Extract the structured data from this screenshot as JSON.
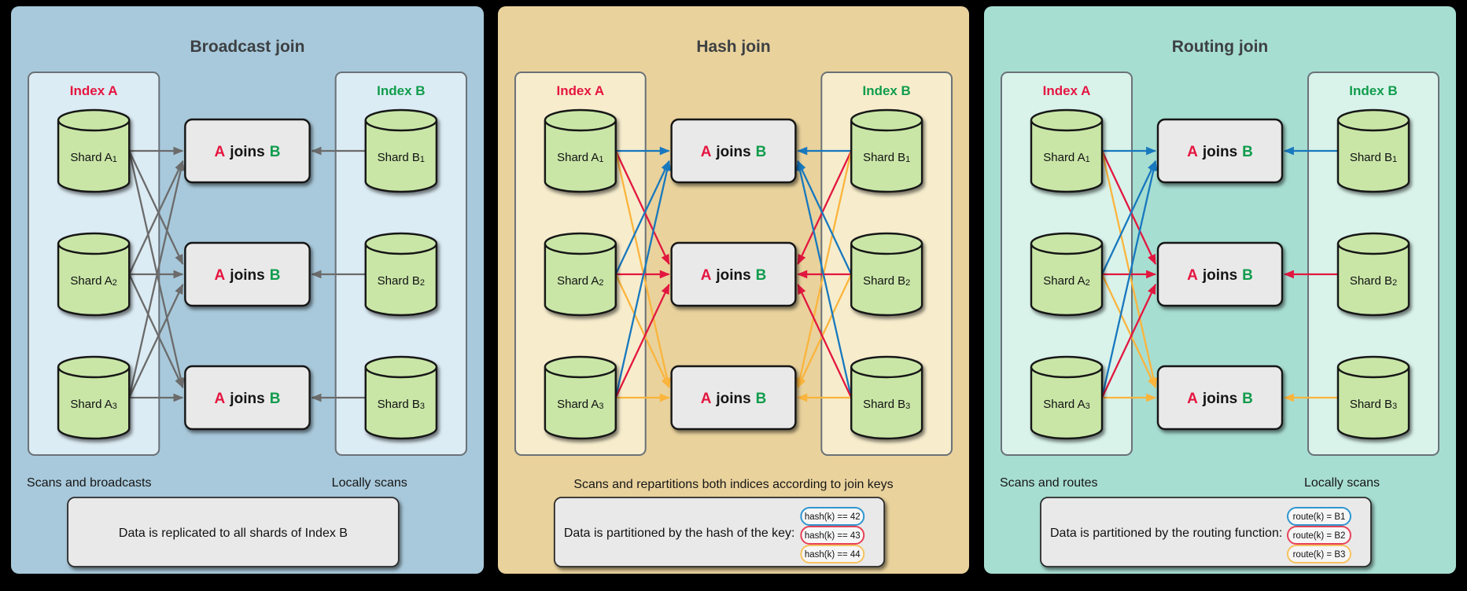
{
  "colors": {
    "title": "#3d4043",
    "index_a": "#e51540",
    "index_b": "#109c4c",
    "cylinder": "#c9e6a7",
    "box": "#e9e9e9",
    "gray": "#6b6b6b",
    "blue": "#1778be",
    "red": "#e2173f",
    "orange": "#fbb43c",
    "pill_blue": "#2e96d0",
    "pill_red": "#e64257",
    "pill_orange": "#f7c25e",
    "pill_fill": "#f6f6f6"
  },
  "panels": [
    {
      "id": "broadcast-join",
      "title": "Broadcast join",
      "bg": "#a8c9db",
      "index_fill": "#dcecf4",
      "index_a": {
        "title": "Index A"
      },
      "index_b": {
        "title": "Index B"
      },
      "shards_a": [
        {
          "name": "Shard A",
          "sub": "1"
        },
        {
          "name": "Shard A",
          "sub": "2"
        },
        {
          "name": "Shard A",
          "sub": "3"
        }
      ],
      "shards_b": [
        {
          "name": "Shard B",
          "sub": "1"
        },
        {
          "name": "Shard B",
          "sub": "2"
        },
        {
          "name": "Shard B",
          "sub": "3"
        }
      ],
      "join_label": {
        "a": "A",
        "mid": "joins",
        "b": "B"
      },
      "captions": {
        "left": "Scans and broadcasts",
        "right": "Locally scans"
      },
      "note": {
        "text": "Data is replicated to all shards of Index B",
        "align": "center",
        "pills": []
      },
      "arrows": {
        "a": [
          [
            1,
            1,
            "gray"
          ],
          [
            1,
            2,
            "gray"
          ],
          [
            1,
            3,
            "gray"
          ],
          [
            2,
            1,
            "gray"
          ],
          [
            2,
            2,
            "gray"
          ],
          [
            2,
            3,
            "gray"
          ],
          [
            3,
            1,
            "gray"
          ],
          [
            3,
            2,
            "gray"
          ],
          [
            3,
            3,
            "gray"
          ]
        ],
        "b": [
          [
            1,
            1,
            "gray"
          ],
          [
            2,
            2,
            "gray"
          ],
          [
            3,
            3,
            "gray"
          ]
        ]
      }
    },
    {
      "id": "hash-join",
      "title": "Hash join",
      "bg": "#e9d29c",
      "index_fill": "#f7edcd",
      "index_a": {
        "title": "Index A"
      },
      "index_b": {
        "title": "Index B"
      },
      "shards_a": [
        {
          "name": "Shard A",
          "sub": "1"
        },
        {
          "name": "Shard A",
          "sub": "2"
        },
        {
          "name": "Shard A",
          "sub": "3"
        }
      ],
      "shards_b": [
        {
          "name": "Shard B",
          "sub": "1"
        },
        {
          "name": "Shard B",
          "sub": "2"
        },
        {
          "name": "Shard B",
          "sub": "3"
        }
      ],
      "join_label": {
        "a": "A",
        "mid": "joins",
        "b": "B"
      },
      "captions": {
        "center": "Scans and repartitions both indices according to join keys"
      },
      "note": {
        "text": "Data is partitioned by the hash of the key:",
        "align": "left",
        "pills": [
          {
            "label": "hash(k) == 42",
            "color": "blue"
          },
          {
            "label": "hash(k) == 43",
            "color": "red"
          },
          {
            "label": "hash(k) == 44",
            "color": "orange"
          }
        ]
      },
      "arrows": {
        "a": [
          [
            1,
            1,
            "blue"
          ],
          [
            1,
            2,
            "red"
          ],
          [
            1,
            3,
            "orange"
          ],
          [
            2,
            1,
            "blue"
          ],
          [
            2,
            2,
            "red"
          ],
          [
            2,
            3,
            "orange"
          ],
          [
            3,
            1,
            "blue"
          ],
          [
            3,
            2,
            "red"
          ],
          [
            3,
            3,
            "orange"
          ]
        ],
        "b": [
          [
            1,
            1,
            "blue"
          ],
          [
            1,
            2,
            "red"
          ],
          [
            1,
            3,
            "orange"
          ],
          [
            2,
            1,
            "blue"
          ],
          [
            2,
            2,
            "red"
          ],
          [
            2,
            3,
            "orange"
          ],
          [
            3,
            1,
            "blue"
          ],
          [
            3,
            2,
            "red"
          ],
          [
            3,
            3,
            "orange"
          ]
        ]
      }
    },
    {
      "id": "routing-join",
      "title": "Routing join",
      "bg": "#a7ded2",
      "index_fill": "#d9f3eb",
      "index_a": {
        "title": "Index A"
      },
      "index_b": {
        "title": "Index B"
      },
      "shards_a": [
        {
          "name": "Shard A",
          "sub": "1"
        },
        {
          "name": "Shard A",
          "sub": "2"
        },
        {
          "name": "Shard A",
          "sub": "3"
        }
      ],
      "shards_b": [
        {
          "name": "Shard B",
          "sub": "1"
        },
        {
          "name": "Shard B",
          "sub": "2"
        },
        {
          "name": "Shard B",
          "sub": "3"
        }
      ],
      "join_label": {
        "a": "A",
        "mid": "joins",
        "b": "B"
      },
      "captions": {
        "left": "Scans and routes",
        "right": "Locally scans"
      },
      "note": {
        "text": "Data is partitioned by the routing function:",
        "align": "left",
        "pills": [
          {
            "label": "route(k) = B1",
            "color": "blue"
          },
          {
            "label": "route(k) = B2",
            "color": "red"
          },
          {
            "label": "route(k) = B3",
            "color": "orange"
          }
        ]
      },
      "arrows": {
        "a": [
          [
            1,
            1,
            "blue"
          ],
          [
            1,
            2,
            "red"
          ],
          [
            1,
            3,
            "orange"
          ],
          [
            2,
            1,
            "blue"
          ],
          [
            2,
            2,
            "red"
          ],
          [
            2,
            3,
            "orange"
          ],
          [
            3,
            1,
            "blue"
          ],
          [
            3,
            2,
            "red"
          ],
          [
            3,
            3,
            "orange"
          ]
        ],
        "b": [
          [
            1,
            1,
            "blue"
          ],
          [
            2,
            2,
            "red"
          ],
          [
            3,
            3,
            "orange"
          ]
        ]
      }
    }
  ]
}
